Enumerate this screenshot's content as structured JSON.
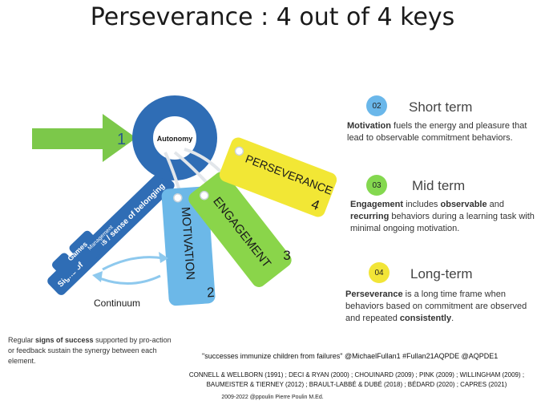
{
  "title": "Perseverance : 4 out of 4 keys",
  "diagram": {
    "arrow_number": "1",
    "ring_label": "Autonomy",
    "key_shaft_label": "Signs of success / sense of belonging",
    "bit_label_1": "Management",
    "bit_label_2": "Games",
    "continuum_label": "Continuum",
    "tags": [
      {
        "label": "MOTIVATION",
        "number": "2",
        "color": "#6cb8e8"
      },
      {
        "label": "ENGAGEMENT",
        "number": "3",
        "color": "#8ad54a"
      },
      {
        "label": "PERSEVERANCE",
        "number": "4",
        "color": "#f2e735"
      }
    ],
    "colors": {
      "key_blue": "#2f6db5",
      "arrow_green": "#7cc84a",
      "curve_blue": "#8ec9ee"
    }
  },
  "steps": [
    {
      "badge": "02",
      "badge_color": "#6ab7ea",
      "title": "Short term",
      "desc": {
        "b1": "Motivation",
        "t1": " fuels the energy and pleasure that lead to observable commitment behaviors."
      }
    },
    {
      "badge": "03",
      "badge_color": "#84d84f",
      "title": "Mid term",
      "desc": {
        "b1": "Engagement",
        "t1": " includes ",
        "b2": "observable",
        "t2": " and ",
        "b3": "recurring",
        "t3": " behaviors during a learning task with minimal ongoing motivation."
      }
    },
    {
      "badge": "04",
      "badge_color": "#f2e537",
      "title": "Long-term",
      "desc": {
        "b1": "Perseverance",
        "t1": " is a long time frame when behaviors based on commitment are observed and repeated ",
        "b2": "consistently",
        "t2": "."
      }
    }
  ],
  "note": {
    "t1": "Regular ",
    "b1": "signs of success",
    "t2": " supported by pro-action or feedback sustain the synergy between each element."
  },
  "quote": "\"successes immunize children from failures\" @MichaelFullan1 #Fullan21AQPDE @AQPDE1",
  "references": {
    "line1": "CONNELL & WELLBORN (1991) ; DECI & RYAN (2000) ; CHOUINARD (2009) ; PINK (2009) ; WILLINGHAM (2009) ;",
    "line2": "BAUMEISTER & TIERNEY (2012) ; BRAULT-LABBÉ & DUBÉ (2018) ; BÉDARD (2020) ; CAPRES (2021)"
  },
  "credit": "2009-2022 @ppoulin Pierre Poulin M.Ed."
}
